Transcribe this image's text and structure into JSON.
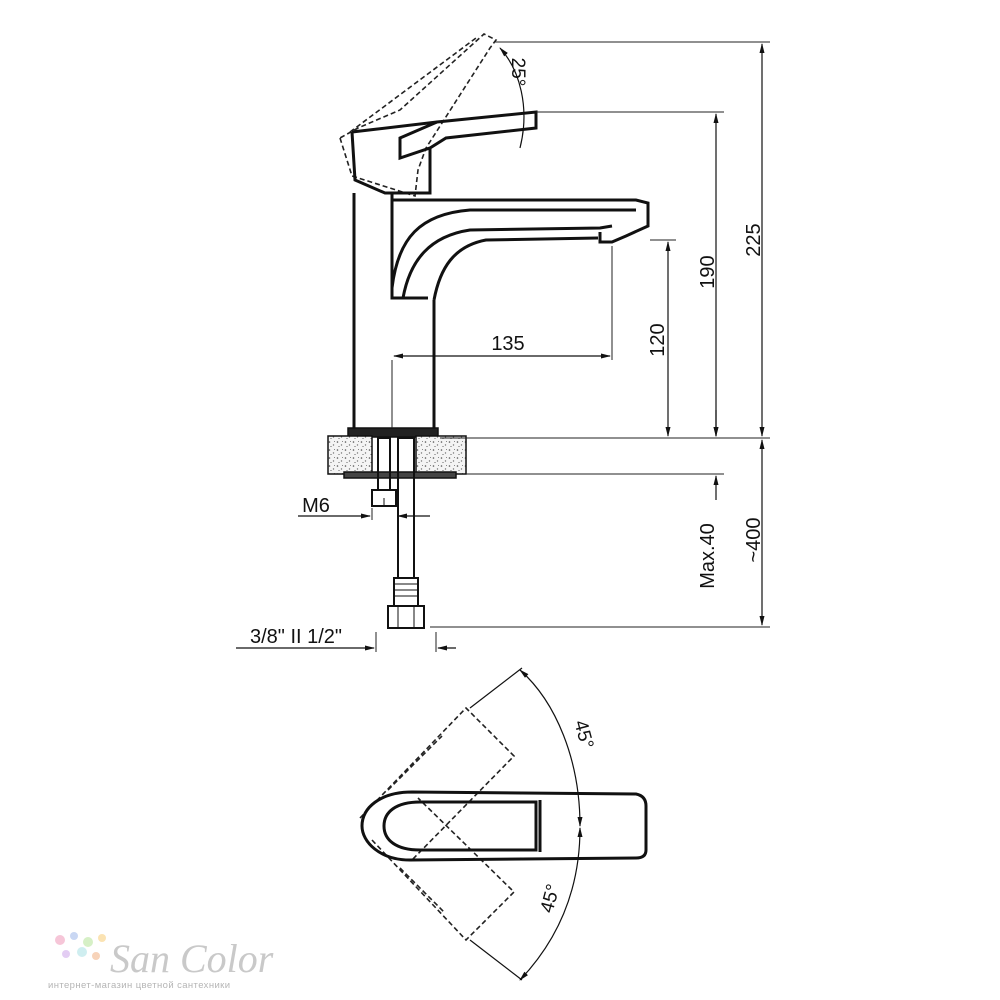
{
  "drawing": {
    "dimensions": {
      "total_height": "225",
      "spout_height_to_lever": "190",
      "spout_clearance": "120",
      "spout_reach": "135",
      "hose_length": "~400",
      "max_counter_thickness": "Max.40",
      "stud_thread": "M6",
      "hose_connection": "3/8\" II 1/2\""
    },
    "angles": {
      "lever_lift": "25°",
      "rotation_back": "45°",
      "rotation_front": "45°"
    }
  },
  "watermark": {
    "brand": "San Color",
    "tagline": "интернет-магазин цветной сантехники",
    "dot_colors": [
      "#f6c6d8",
      "#c9d7f3",
      "#d6f0c6",
      "#fbe3b3",
      "#e3cdf3",
      "#cfeef0",
      "#f7d3b9"
    ]
  }
}
